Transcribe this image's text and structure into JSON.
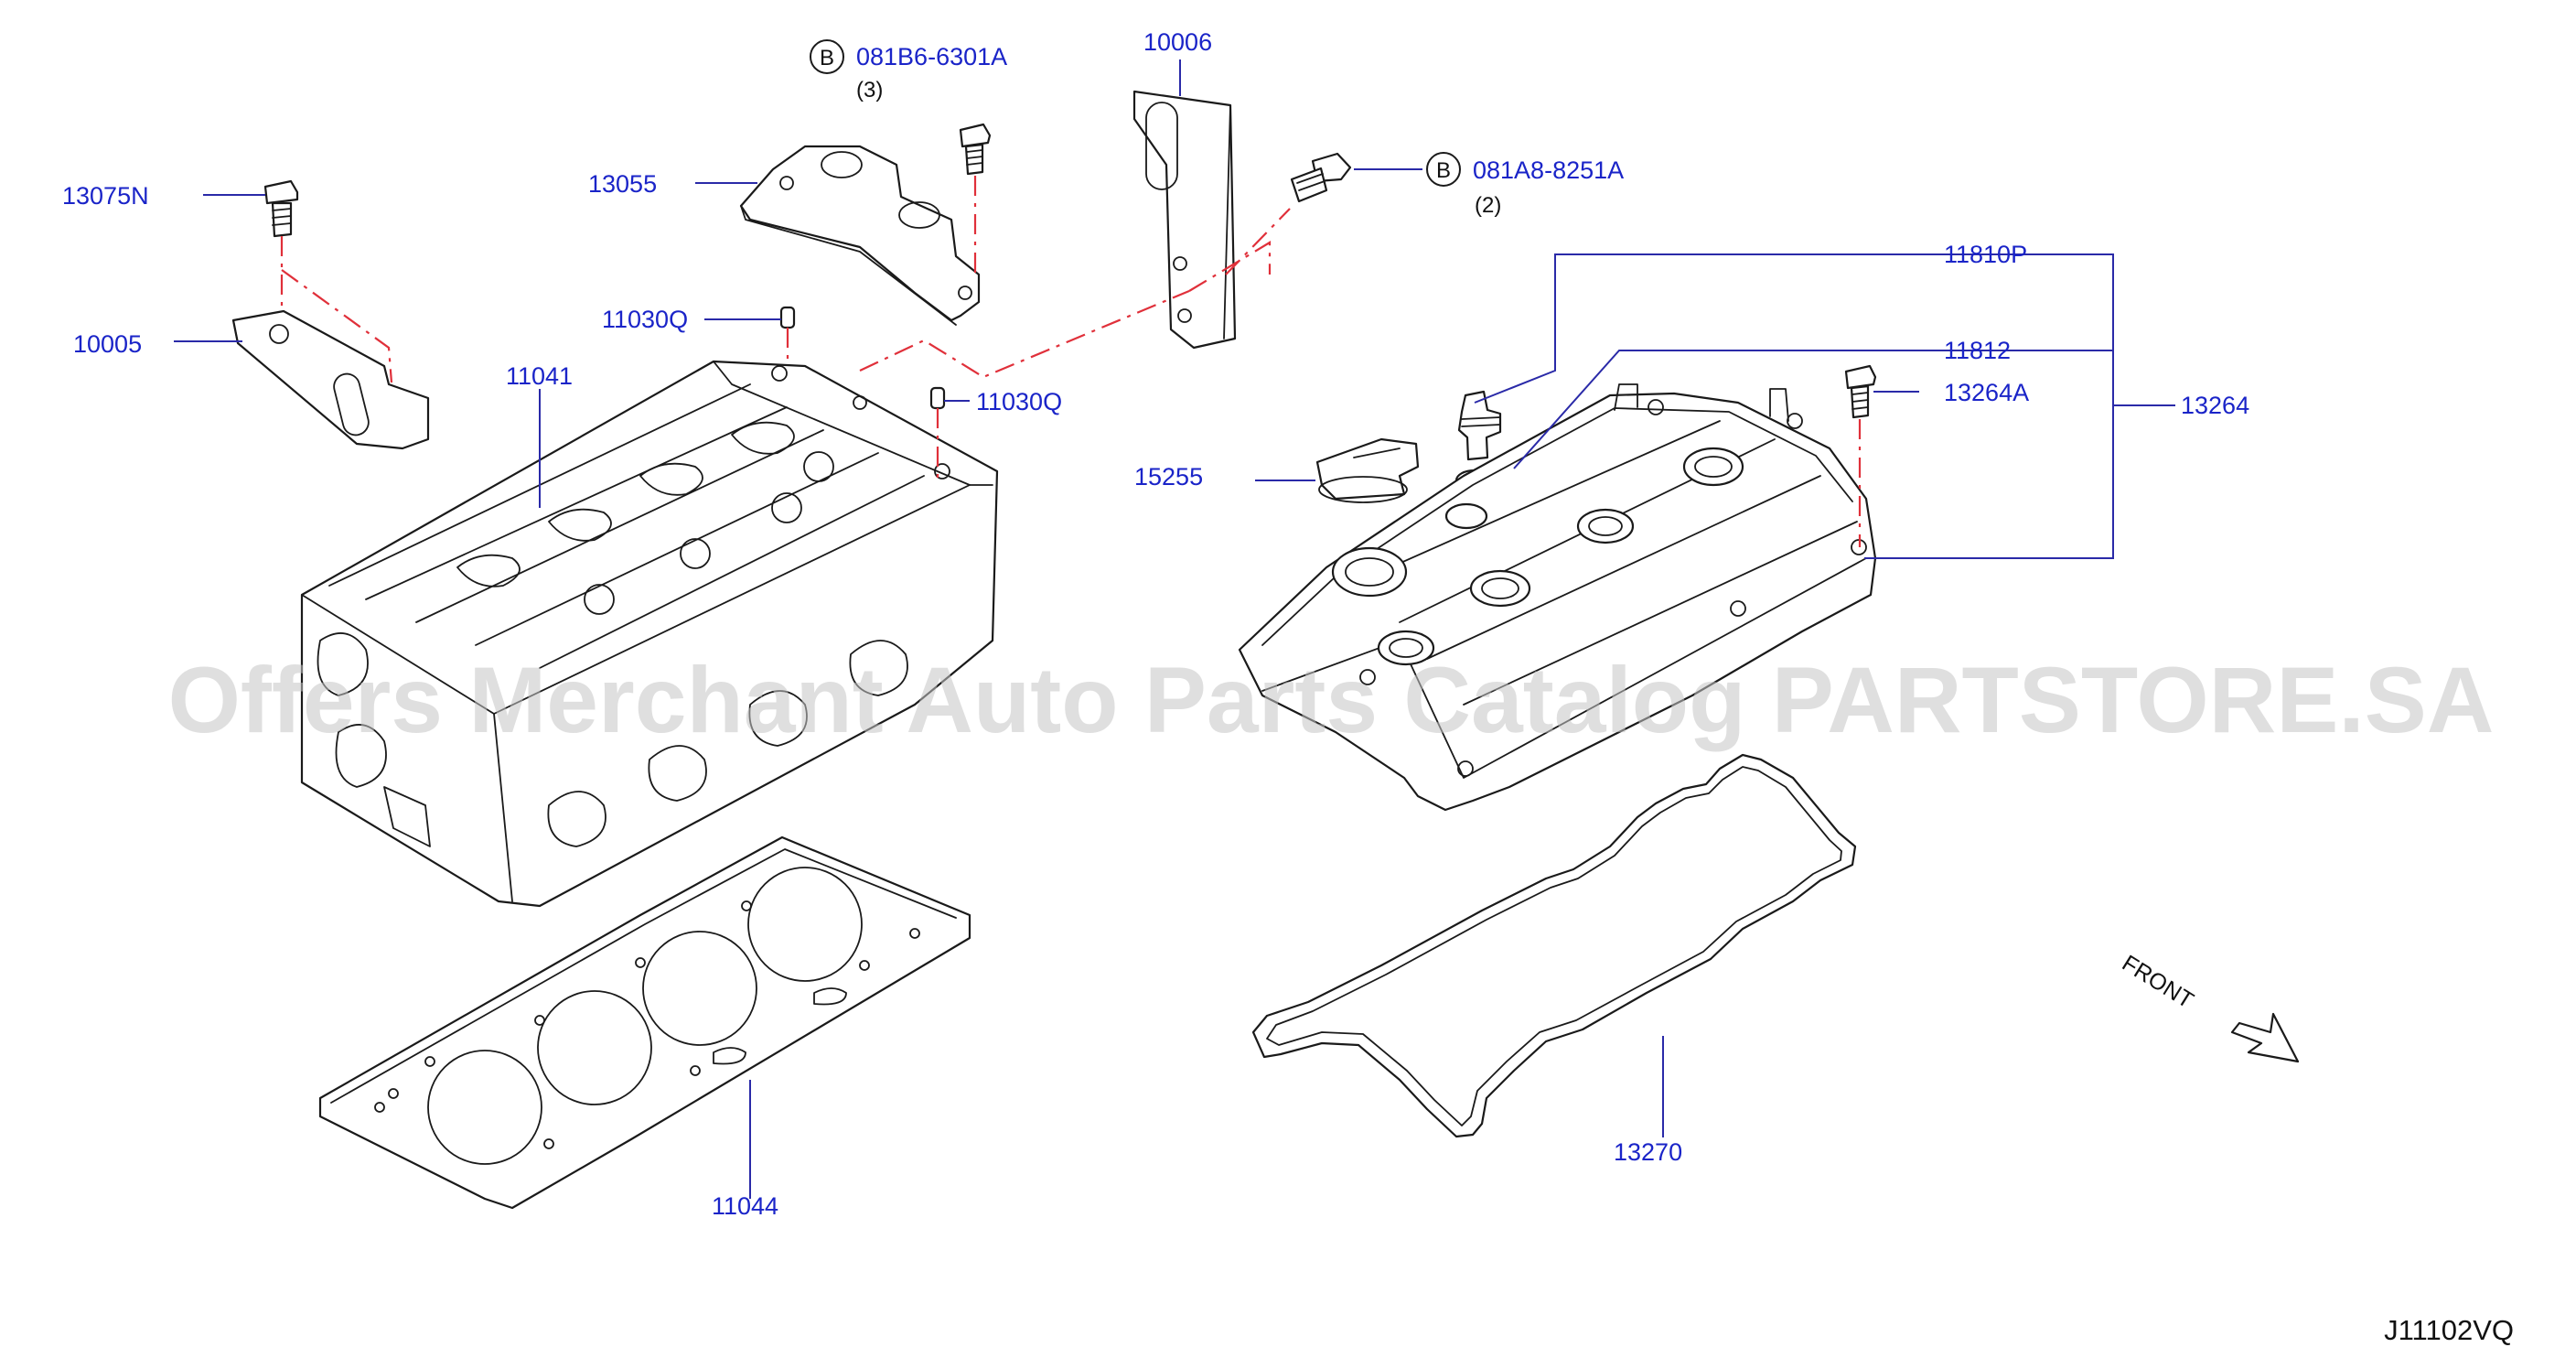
{
  "parts": {
    "p13075N": "13075N",
    "p10005": "10005",
    "p13055": "13055",
    "p11030Q_top": "11030Q",
    "p11030Q_right": "11030Q",
    "p11041": "11041",
    "p10006": "10006",
    "p081B6": "081B6-6301A",
    "p081B6_qty": "(3)",
    "p081A8": "081A8-8251A",
    "p081A8_qty": "(2)",
    "p11810P": "11810P",
    "p11812": "11812",
    "p13264": "13264",
    "p13264A": "13264A",
    "p15255": "15255",
    "p11044": "11044",
    "p13270": "13270"
  },
  "symbols": {
    "bolt_group": "B"
  },
  "front_label": "FRONT",
  "diagram_code": "J11102VQ",
  "watermark": "Offers Merchant Auto Parts Catalog PARTSTORE.SA",
  "colors": {
    "label": "#1a24c8",
    "leader": "#2a2aa8",
    "dash": "#e0303a",
    "watermark": "#c4c4c4"
  }
}
